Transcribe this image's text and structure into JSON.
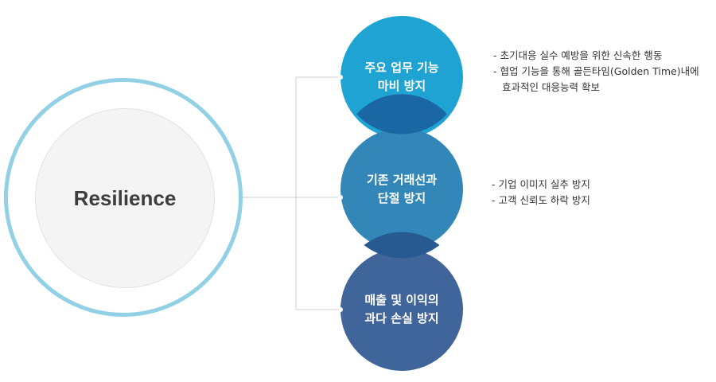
{
  "center": {
    "label": "Resilience"
  },
  "colors": {
    "ring": "#92d0e6",
    "node1": "#1fa3d2",
    "node2": "#3287b8",
    "node3": "#40659a",
    "overlap1": "#1b67a3",
    "overlap2": "#275a91",
    "connector": "#cfcfcf"
  },
  "nodes": [
    {
      "line1": "주요 업무 기능",
      "line2": "마비 방지"
    },
    {
      "line1": "기존 거래선과",
      "line2": "단절 방지"
    },
    {
      "line1": "매출 및 이익의",
      "line2": "과다 손실 방지"
    }
  ],
  "descriptions": [
    {
      "lines": [
        "- 초기대응 실수 예방을 위한 신속한 행동",
        "- 협업 기능을 통해 골든타임(Golden Time)내에",
        "효과적인 대응능력 확보"
      ]
    },
    {
      "lines": [
        "- 기업 이미지 실추 방지",
        "- 고객 신뢰도 하락 방지"
      ]
    }
  ]
}
